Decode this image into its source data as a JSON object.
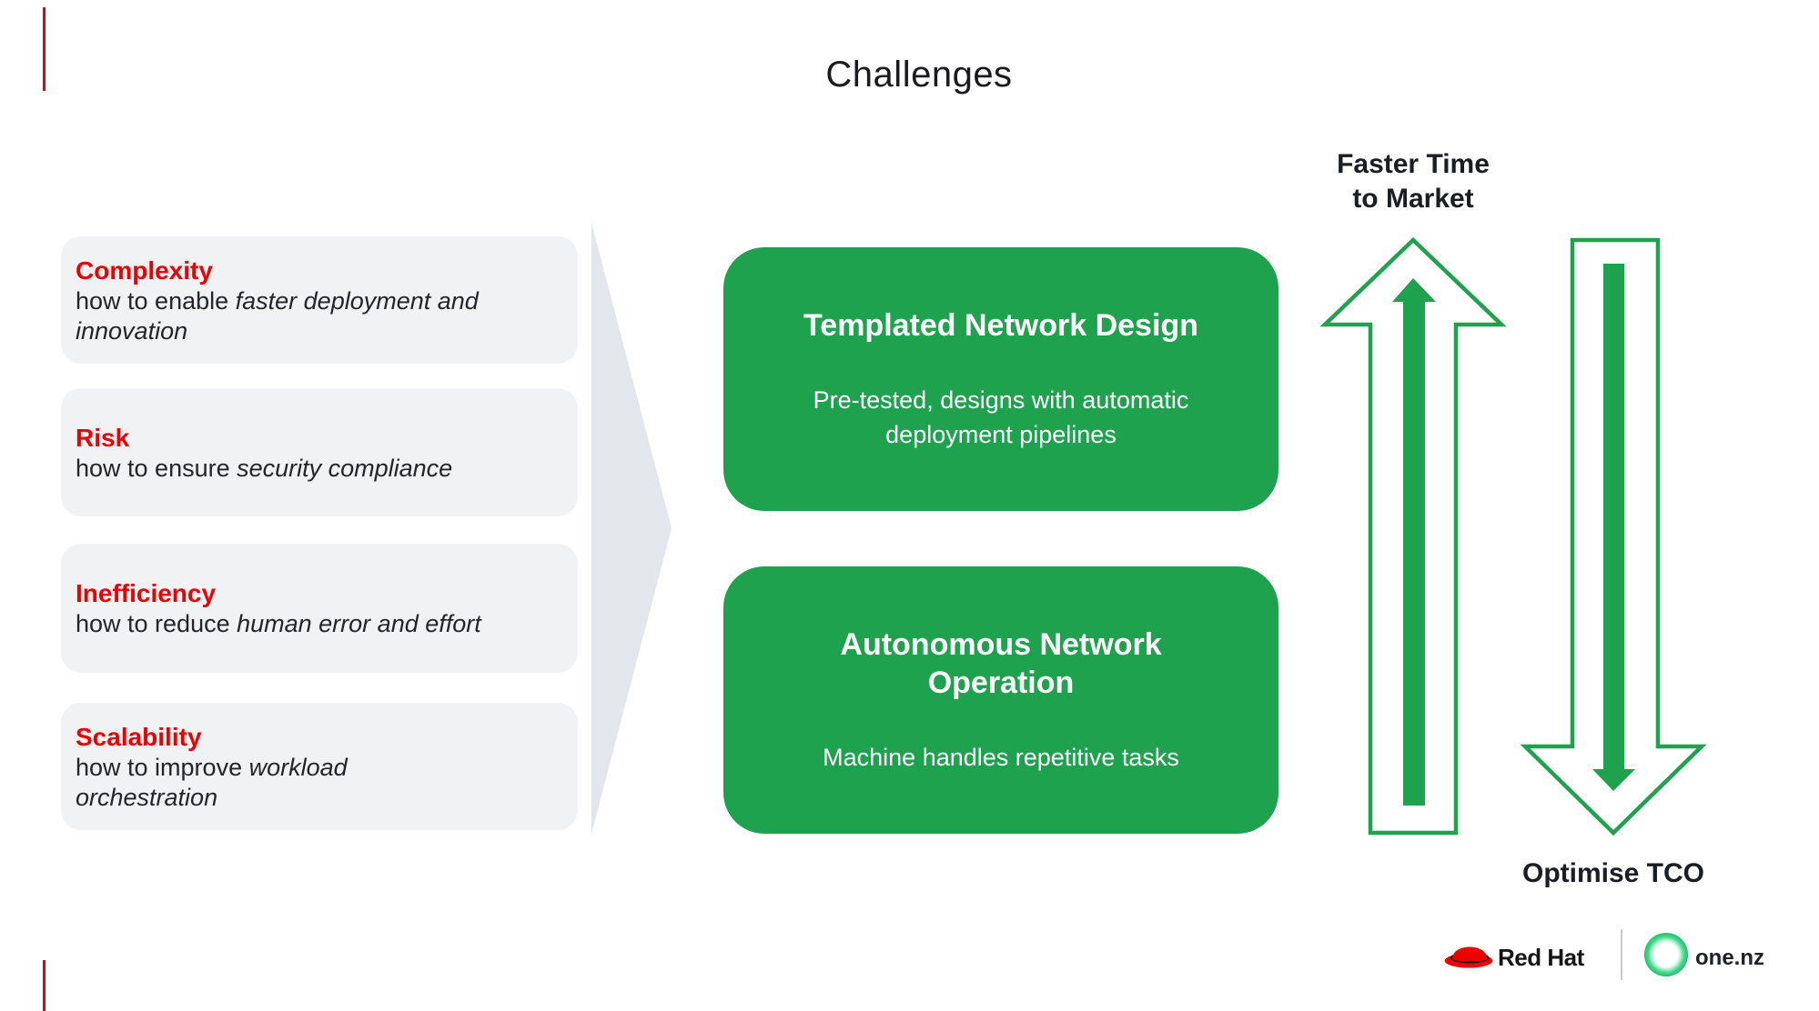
{
  "title": "Challenges",
  "challenges": [
    {
      "heading": "Complexity",
      "body_prefix": "how to enable ",
      "body_emphasis": "faster deployment and\ninnovation"
    },
    {
      "heading": "Risk",
      "body_prefix": "how to ensure ",
      "body_emphasis": "security compliance"
    },
    {
      "heading": "Inefficiency",
      "body_prefix": "how to reduce ",
      "body_emphasis": "human error and effort"
    },
    {
      "heading": "Scalability",
      "body_prefix": "how to improve ",
      "body_emphasis": "workload\norchestration"
    }
  ],
  "solutions": [
    {
      "heading": "Templated Network Design",
      "body": "Pre-tested, designs with automatic\ndeployment pipelines"
    },
    {
      "heading": "Autonomous Network\nOperation",
      "body": "Machine handles repetitive tasks"
    }
  ],
  "outcomes": {
    "top_label": "Faster Time\nto Market",
    "bottom_label": "Optimise TCO"
  },
  "footer": {
    "redhat_label": "Red Hat",
    "onenz_label": "one.nz"
  },
  "icons": {
    "redhat": "red-fedora-icon",
    "onenz": "green-ring-icon",
    "flow": "right-chevron",
    "up": "outlined-up-arrow",
    "down": "outlined-down-arrow"
  },
  "colors": {
    "accent_red": "#ee0000",
    "green": "#1fa24d",
    "box_gray": "#f1f2f4",
    "chevron_gray": "#e3e6ea",
    "text_dark": "#22252a"
  }
}
